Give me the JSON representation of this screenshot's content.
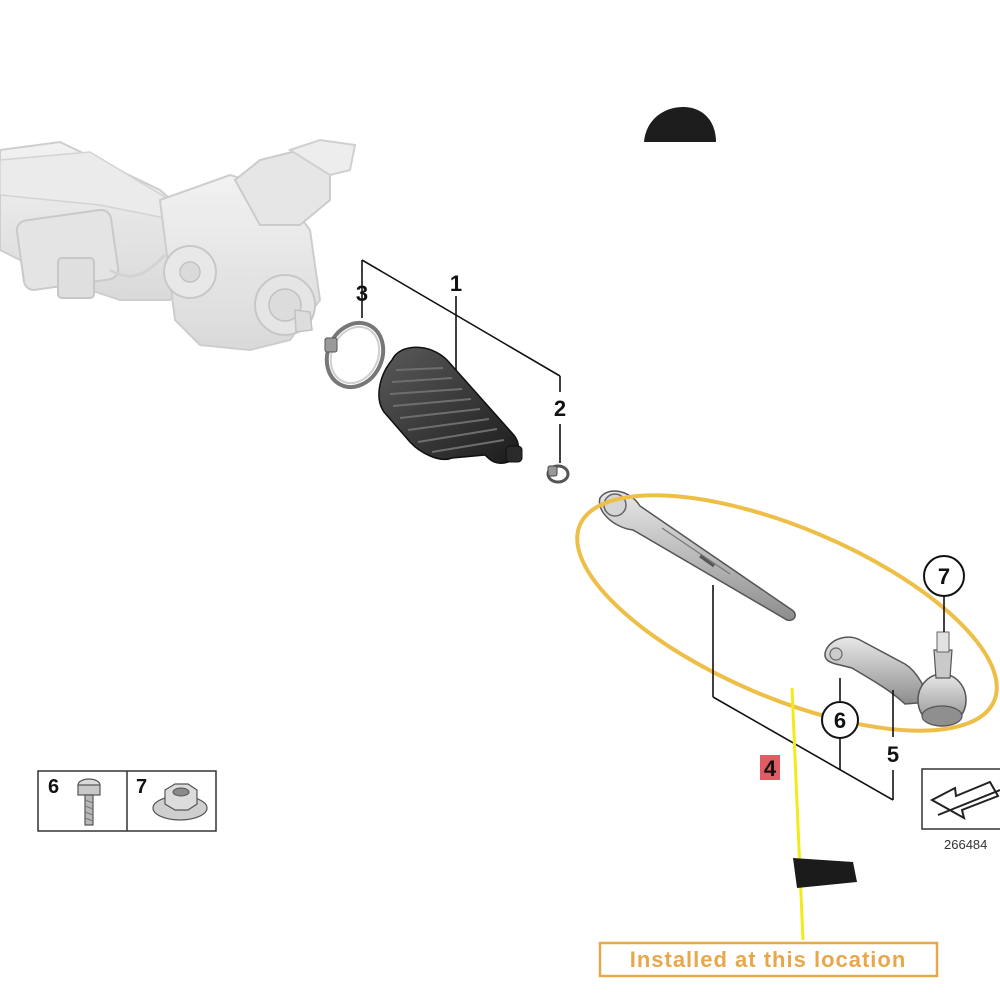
{
  "colors": {
    "highlight_ring": "#eebf47",
    "pointer_line": "#f4ea1a",
    "note_text": "#e6a84a",
    "part4_badge": "#e05b63",
    "line": "#111111"
  },
  "callouts": {
    "p1": "1",
    "p2": "2",
    "p3": "3",
    "p4": "4",
    "p5": "5",
    "p6": "6",
    "p7": "7"
  },
  "legend": {
    "item_a": "6",
    "item_b": "7"
  },
  "diagram_number": "266484",
  "note": "Installed at this location"
}
